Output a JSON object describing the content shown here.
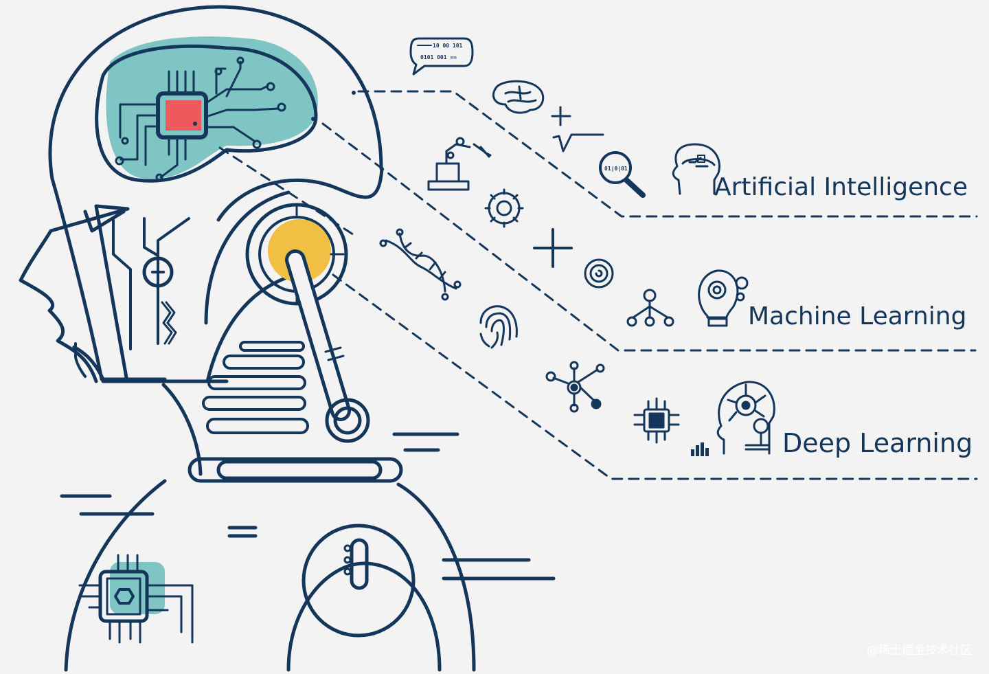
{
  "labels": {
    "artificial_intelligence": "Artificial Intelligence",
    "machine_learning": "Machine Learning",
    "deep_learning": "Deep Learning"
  },
  "speech_bubble": {
    "line1": "10 00 101",
    "line2": "0101 001"
  },
  "magnifier_code": "01|0|01",
  "watermark": "@稀土掘金技术社区",
  "colors": {
    "outline": "#13365a",
    "brain_fill": "#7ec5c3",
    "chip_core": "#ec5a5b",
    "eye_accent": "#f2bf45",
    "background": "#f3f3f3"
  },
  "icons": [
    "binary-speech-bubble-icon",
    "brain-icon",
    "plus-icon",
    "square-root-icon",
    "magnifier-binary-icon",
    "ai-head-icon",
    "robot-arm-icon",
    "gear-icon",
    "big-plus-icon",
    "spiral-icon",
    "hierarchy-icon",
    "lightbulb-gears-icon",
    "dna-icon",
    "fingerprint-icon",
    "network-node-icon",
    "microchip-icon",
    "bar-chart-icon",
    "deep-learning-head-icon"
  ]
}
